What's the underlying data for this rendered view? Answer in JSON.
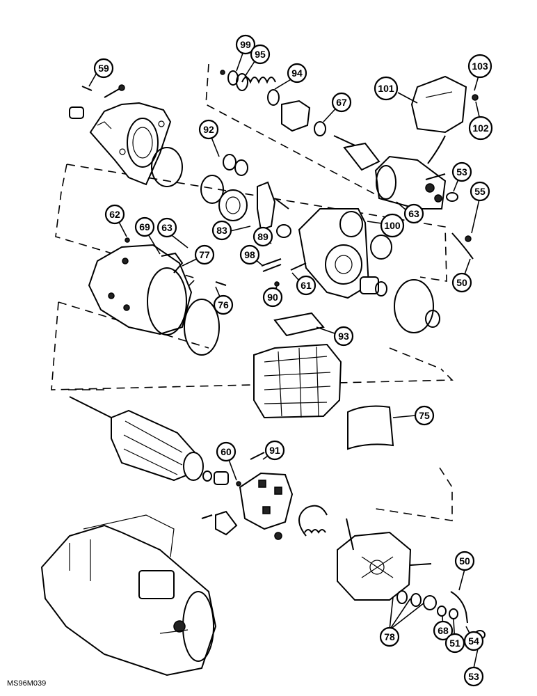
{
  "figure_id": "MS96M039",
  "callouts": [
    {
      "id": "c59",
      "label": "59"
    },
    {
      "id": "c99",
      "label": "99"
    },
    {
      "id": "c95",
      "label": "95"
    },
    {
      "id": "c94",
      "label": "94"
    },
    {
      "id": "c67",
      "label": "67"
    },
    {
      "id": "c101",
      "label": "101"
    },
    {
      "id": "c103",
      "label": "103"
    },
    {
      "id": "c102",
      "label": "102"
    },
    {
      "id": "c92",
      "label": "92"
    },
    {
      "id": "c53a",
      "label": "53"
    },
    {
      "id": "c55",
      "label": "55"
    },
    {
      "id": "c62",
      "label": "62"
    },
    {
      "id": "c69",
      "label": "69"
    },
    {
      "id": "c63a",
      "label": "63"
    },
    {
      "id": "c83",
      "label": "83"
    },
    {
      "id": "c63b",
      "label": "63"
    },
    {
      "id": "c100",
      "label": "100"
    },
    {
      "id": "c77",
      "label": "77"
    },
    {
      "id": "c89",
      "label": "89"
    },
    {
      "id": "c98",
      "label": "98"
    },
    {
      "id": "c61",
      "label": "61"
    },
    {
      "id": "c50a",
      "label": "50"
    },
    {
      "id": "c76",
      "label": "76"
    },
    {
      "id": "c90",
      "label": "90"
    },
    {
      "id": "c93",
      "label": "93"
    },
    {
      "id": "c75",
      "label": "75"
    },
    {
      "id": "c60",
      "label": "60"
    },
    {
      "id": "c91",
      "label": "91"
    },
    {
      "id": "c50b",
      "label": "50"
    },
    {
      "id": "c78",
      "label": "78"
    },
    {
      "id": "c68",
      "label": "68"
    },
    {
      "id": "c51",
      "label": "51"
    },
    {
      "id": "c54",
      "label": "54"
    },
    {
      "id": "c53b",
      "label": "53"
    }
  ]
}
